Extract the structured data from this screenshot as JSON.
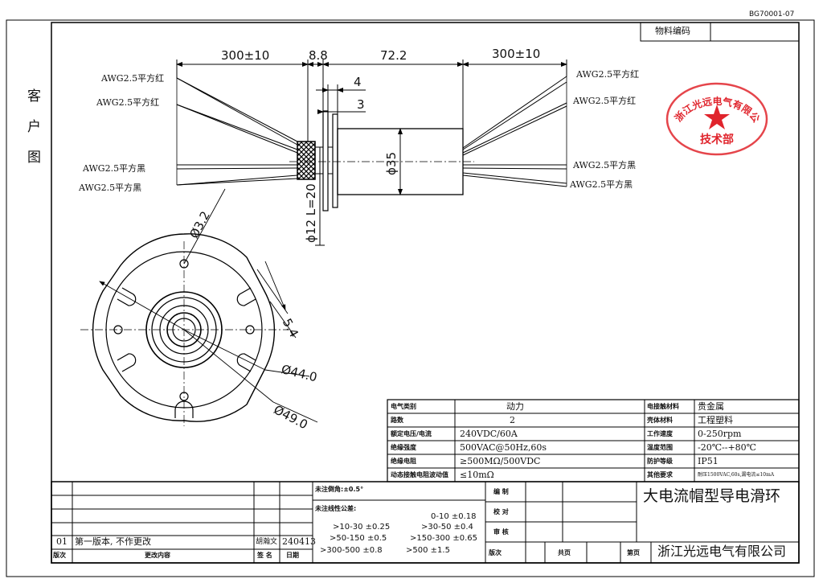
{
  "doc_code": "BG70001-07",
  "material_code_label": "物料编码",
  "customer_drawing_label": [
    "客",
    "户",
    "图"
  ],
  "dimensions": {
    "cable_left": "300±10",
    "flange": "8.8",
    "body_len": "72.2",
    "cable_right": "300±10",
    "d4": "4",
    "d3": "3",
    "dia35": "ϕ35",
    "dia12": "ϕ12 L=20",
    "hole": "Ø3.2",
    "slot": "5.4",
    "pcd": "Ø44.0",
    "outer": "Ø49.0"
  },
  "wires_left": [
    "AWG2.5平方红",
    "AWG2.5平方红",
    "AWG2.5平方黑",
    "AWG2.5平方黑"
  ],
  "wires_right": [
    "AWG2.5平方红",
    "AWG2.5平方红",
    "AWG2.5平方黑",
    "AWG2.5平方黑"
  ],
  "stamp": {
    "company": "浙江光远电气有限公司",
    "dept": "技术部",
    "color": "#e0242c"
  },
  "spec_table": [
    {
      "k1": "电气类别",
      "v1": "动力",
      "k2": "电接触材料",
      "v2": "贵金属"
    },
    {
      "k1": "路数",
      "v1": "2",
      "k2": "壳体材料",
      "v2": "工程塑料"
    },
    {
      "k1": "额定电压/电流",
      "v1": "240VDC/60A",
      "k2": "工作速度",
      "v2": "0-250rpm"
    },
    {
      "k1": "绝缘强度",
      "v1": "500VAC@50Hz,60s",
      "k2": "温度范围",
      "v2": "-20℃--+80℃"
    },
    {
      "k1": "绝缘电阻",
      "v1": "≥500MΩ/500VDC",
      "k2": "防护等级",
      "v2": "IP51"
    },
    {
      "k1": "动态接触电阻波动值",
      "v1": "≤10mΩ",
      "k2": "其他要求",
      "v2": "耐压1500VAC,60s,漏电流≤10mA"
    }
  ],
  "title_block": {
    "angle_tol": "未注倒角:±0.5°",
    "linear_tol": "未注线性公差:",
    "tolerances": [
      "0-10 ±0.18",
      ">10-30 ±0.25",
      ">30-50 ±0.4",
      ">50-150 ±0.5",
      ">150-300 ±0.65",
      ">300-500 ±0.8",
      ">500 ±1.5"
    ],
    "drawn": "编  制",
    "checked": "校  对",
    "approved": "审  核",
    "version": "版次",
    "total_pages": "共页",
    "page": "第页",
    "product_title": "大电流帽型导电滑环",
    "company": "浙江光远电气有限公司",
    "rev_no": "01",
    "rev_content": "第一版本, 不作更改",
    "rev_signer": "胡瀚文",
    "rev_date": "240413",
    "hdr_version": "版次",
    "hdr_change": "更改内容",
    "hdr_sign": "签 名",
    "hdr_date": "日期"
  }
}
